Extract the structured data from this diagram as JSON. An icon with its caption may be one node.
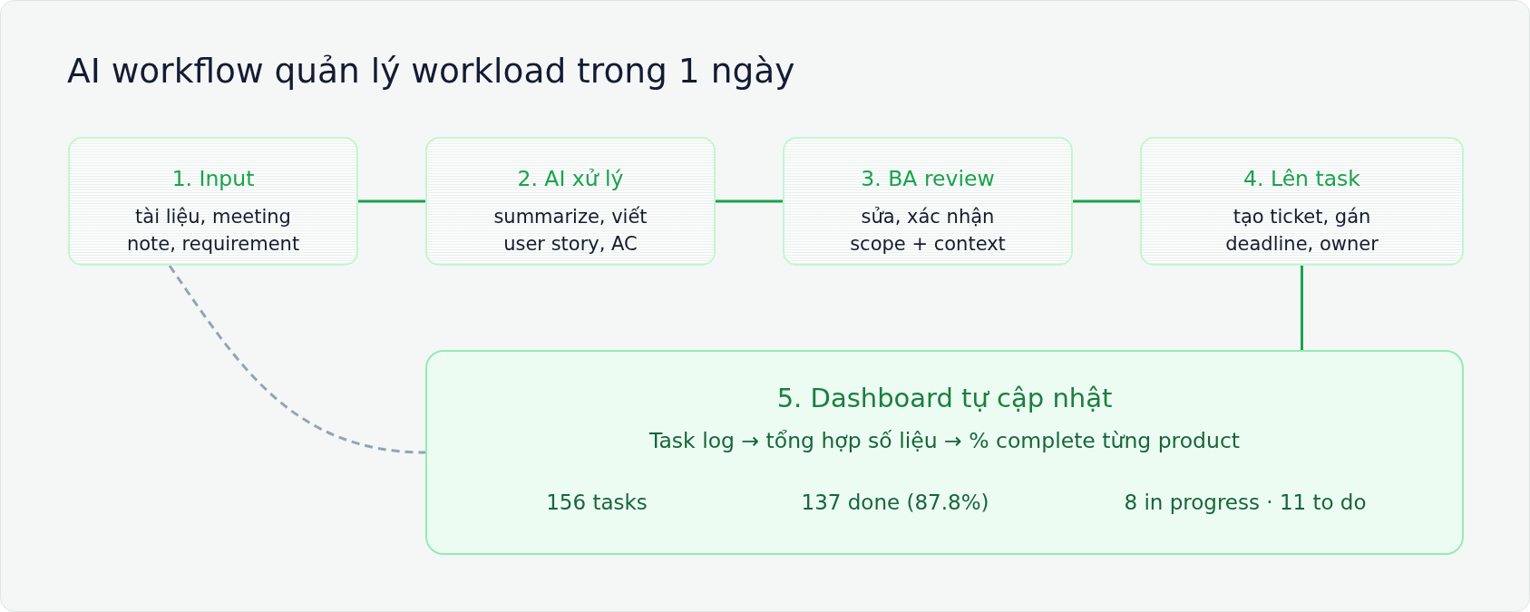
{
  "diagram": {
    "title": "AI workflow quản lý workload trong 1 ngày",
    "nodes": [
      {
        "text": [
          "1. Input",
          "tài liệu, meeting note, requirement"
        ]
      },
      {
        "text": [
          "2. AI xử lý",
          "summarize, viết user story, AC"
        ]
      },
      {
        "text": [
          "3. BA review",
          "sửa, xác nhận scope + context"
        ]
      },
      {
        "text": [
          "4. Lên task",
          "tạo ticket, gán deadline, owner"
        ]
      },
      {
        "text": [
          "5. Dashboard tự cập nhật",
          "Task log → tổng hợp số liệu → % complete từng product",
          "156 tasks",
          "137 done (87.8%)",
          "8 in progress · 11 to do"
        ]
      }
    ],
    "edges": [
      {
        "from": 0,
        "to": 1,
        "arrow": "none"
      },
      {
        "from": 1,
        "to": 2,
        "arrow": "none"
      },
      {
        "from": 2,
        "to": 3,
        "arrow": "none"
      },
      {
        "from": 3,
        "to": 4,
        "arrow": "none"
      },
      {
        "from": 0,
        "to": 4,
        "arrow": "none",
        "style": "dashed",
        "color": "#94a3b8"
      }
    ]
  }
}
